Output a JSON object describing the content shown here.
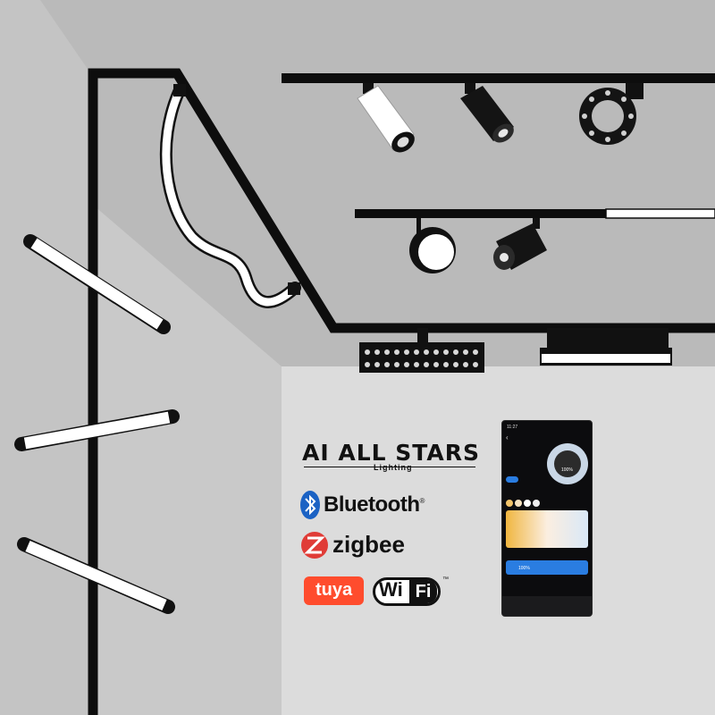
{
  "brand": {
    "title": "AI ALL STARS",
    "subtitle": "Lighting"
  },
  "logos": {
    "bluetooth": "Bluetooth",
    "bluetooth_mark": "®",
    "zigbee": "zigbee",
    "tuya": "tuya",
    "wifi_left": "Wi",
    "wifi_right": "Fi",
    "wifi_mark": "™"
  },
  "phone": {
    "time": "11:27",
    "dial_value": "100%",
    "brightness_value": "100%"
  },
  "colors": {
    "wall": "#cfcfcf",
    "ceiling": "#bdbdbd",
    "floor": "#dcdcdc",
    "track": "#0d0d0d",
    "light_white": "#ffffff",
    "bluetooth_blue": "#1b62c4",
    "zigbee_red": "#e03c37",
    "tuya_orange": "#ff4c2d",
    "app_blue": "#2a7de1"
  }
}
